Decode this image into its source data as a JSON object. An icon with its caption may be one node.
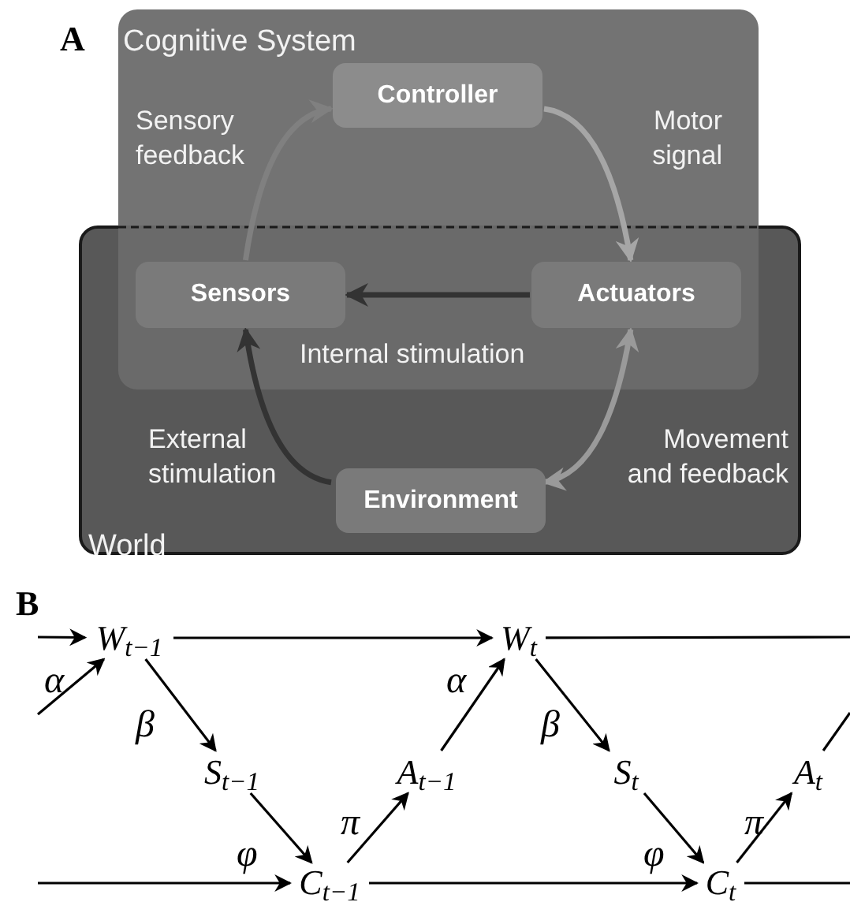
{
  "diagram": {
    "nodes": [
      {
        "text": [
          "Cognitive System"
        ]
      },
      {
        "text": [
          "World"
        ]
      },
      {
        "text": [
          "Controller"
        ],
        "in": 0
      },
      {
        "text": [
          "Sensors"
        ]
      },
      {
        "text": [
          "Actuators"
        ]
      },
      {
        "text": [
          "Environment"
        ],
        "in": 1
      },
      {
        "text": [
          "W$_{t−1}$"
        ]
      },
      {
        "text": [
          "W$_{t}$"
        ]
      },
      {
        "text": [
          "S$_{t−1}$"
        ]
      },
      {
        "text": [
          "A$_{t−1}$"
        ]
      },
      {
        "text": [
          "S$_{t}$"
        ]
      },
      {
        "text": [
          "A$_{t}$"
        ]
      },
      {
        "text": [
          "C$_{t−1}$"
        ]
      },
      {
        "text": [
          "C$_{t}$"
        ]
      }
    ],
    "edges": [
      {
        "from": 3,
        "to": 2,
        "arrow": "to",
        "label": "Sensory feedback",
        "color": "#808080",
        "style": "thick"
      },
      {
        "from": 2,
        "to": 4,
        "arrow": "to",
        "label": "Motor signal",
        "color": "#a6a6a6",
        "style": "thick"
      },
      {
        "from": 4,
        "to": 3,
        "arrow": "to",
        "label": "Internal stimulation",
        "color": "#333333",
        "style": "thick"
      },
      {
        "from": 5,
        "to": 3,
        "arrow": "to",
        "label": "External stimulation",
        "color": "#333333",
        "style": "thick"
      },
      {
        "from": 4,
        "to": 5,
        "arrow": "both",
        "label": "Movement and feedback",
        "color": "#9a9a9a",
        "style": "thick"
      },
      {
        "from": null,
        "to": 6,
        "arrow": "to"
      },
      {
        "from": null,
        "to": 6,
        "arrow": "to",
        "label": "α"
      },
      {
        "from": 6,
        "to": 7,
        "arrow": "to"
      },
      {
        "from": 7,
        "to": null,
        "arrow": "none"
      },
      {
        "from": 6,
        "to": 8,
        "arrow": "to",
        "label": "β"
      },
      {
        "from": 8,
        "to": 12,
        "arrow": "to",
        "label": "φ"
      },
      {
        "from": 12,
        "to": 9,
        "arrow": "to",
        "label": "π"
      },
      {
        "from": 9,
        "to": 7,
        "arrow": "to",
        "label": "α"
      },
      {
        "from": 7,
        "to": 10,
        "arrow": "to",
        "label": "β"
      },
      {
        "from": 10,
        "to": 13,
        "arrow": "to",
        "label": "φ"
      },
      {
        "from": 13,
        "to": 11,
        "arrow": "to",
        "label": "π"
      },
      {
        "from": 11,
        "to": null,
        "arrow": "none"
      },
      {
        "from": null,
        "to": 12,
        "arrow": "to"
      },
      {
        "from": 12,
        "to": 13,
        "arrow": "to"
      },
      {
        "from": 13,
        "to": null,
        "arrow": "none"
      }
    ],
    "labels": [
      "A",
      "B"
    ]
  }
}
